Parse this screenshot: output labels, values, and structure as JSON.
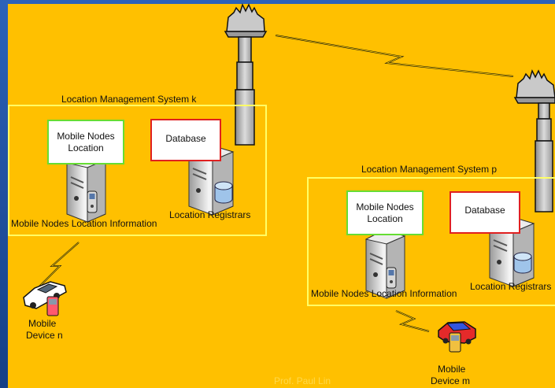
{
  "systems": [
    {
      "title": "Location Management System k",
      "node_box": "Mobile Nodes Location",
      "db_box": "Database",
      "node_caption": "Mobile Nodes Location Information",
      "registrar_caption": "Location Registrars"
    },
    {
      "title": "Location Management System p",
      "node_box": "Mobile Nodes Location",
      "db_box": "Database",
      "node_caption": "Mobile Nodes Location Information",
      "registrar_caption": "Location Registrars"
    }
  ],
  "devices": [
    {
      "line1": "Mobile",
      "line2": "Device n"
    },
    {
      "line1": "Mobile",
      "line2": "Device m"
    }
  ],
  "credit": "Prof. Paul Lin",
  "colors": {
    "background": "#ffc000",
    "system_border": "#ffff66",
    "node_box_border": "#66dd33",
    "db_box_border": "#e02020",
    "frame": "#1a4ea0"
  },
  "icons": [
    "antenna-tower-icon",
    "server-icon",
    "database-cylinder-icon",
    "car-icon",
    "handset-icon",
    "lightning-link-icon"
  ]
}
